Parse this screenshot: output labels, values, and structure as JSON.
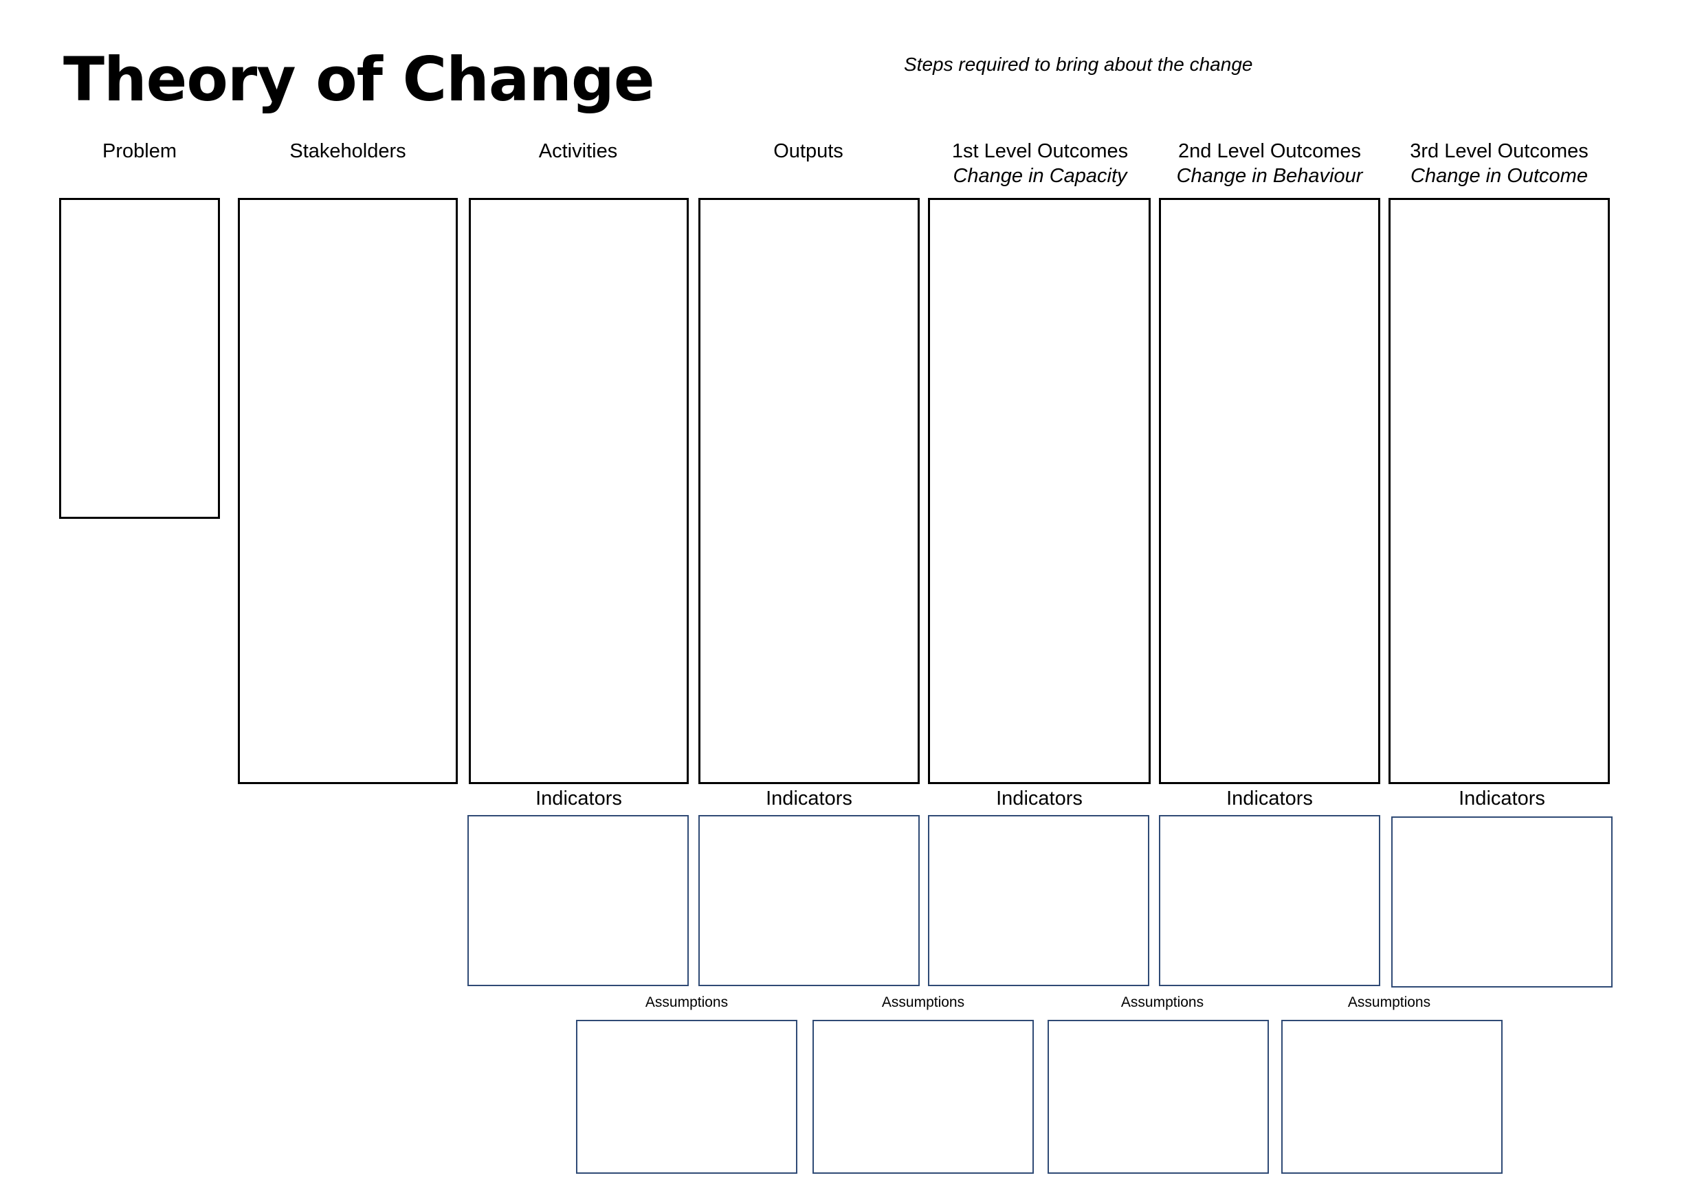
{
  "title": "Theory of Change",
  "subtitle": "Steps required to bring about the change",
  "columns": [
    {
      "label": "Problem",
      "sub": ""
    },
    {
      "label": "Stakeholders",
      "sub": ""
    },
    {
      "label": "Activities",
      "sub": ""
    },
    {
      "label": "Outputs",
      "sub": ""
    },
    {
      "label": "1st Level Outcomes",
      "sub": "Change in Capacity"
    },
    {
      "label": "2nd Level Outcomes",
      "sub": "Change in Behaviour"
    },
    {
      "label": "3rd Level Outcomes",
      "sub": "Change in Outcome"
    }
  ],
  "indicators": [
    "Indicators",
    "Indicators",
    "Indicators",
    "Indicators",
    "Indicators"
  ],
  "assumptions": [
    "Assumptions",
    "Assumptions",
    "Assumptions",
    "Assumptions"
  ],
  "colors": {
    "main_border": "#000000",
    "secondary_border": "#2f4a75"
  }
}
